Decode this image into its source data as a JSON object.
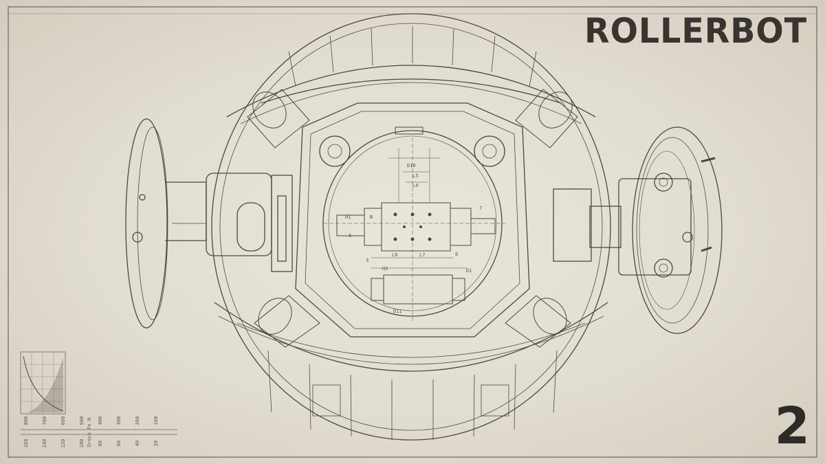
{
  "title": "ROLLERBOT",
  "sheet_number": "2",
  "colors": {
    "paper": "#e4dfd3",
    "ink": "#3a3430",
    "line": "#5a544e"
  },
  "dimension_labels": {
    "d10": "D10",
    "l5": "L5",
    "l4": "L4",
    "h1": "H1",
    "b": "B",
    "l6": "L6",
    "l7": "L7",
    "d1": "D1",
    "h2": "H2",
    "d11": "D11",
    "n5": "5",
    "n7": "7",
    "n3": "3",
    "n8": "8"
  },
  "scale": {
    "axis_label": "Druck Fo N",
    "upper_ticks": [
      "800",
      "700",
      "600",
      "500",
      "400",
      "300",
      "200",
      "100"
    ],
    "lower_ticks": [
      "160",
      "140",
      "120",
      "100",
      "80",
      "60",
      "40",
      "20"
    ]
  }
}
